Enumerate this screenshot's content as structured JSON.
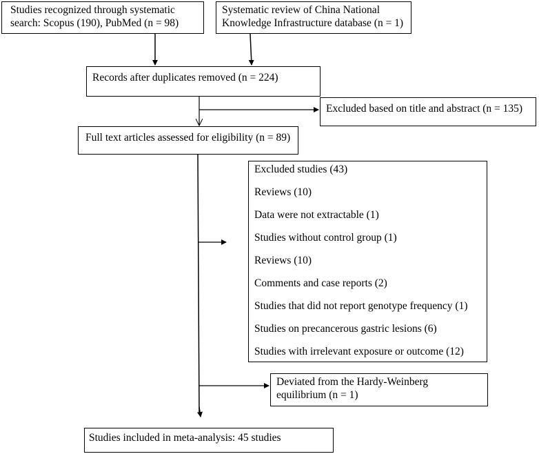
{
  "nodes": {
    "search": [
      "Studies recognized through systematic",
      "search:  Scopus (190),  PubMed (n = 98)"
    ],
    "cnki": [
      "Systematic review of China National",
      "Knowledge Infrastructure database (n = 1)"
    ],
    "records": "Records after duplicates removed (n = 224)",
    "excluded_title": "Excluded based on title and abstract (n = 135)",
    "fulltext": "Full text articles assessed for eligibility (n = 89)",
    "excluded_studies": [
      "Excluded studies (43)",
      "Reviews (10)",
      "Data were not extractable (1)",
      "Studies without control group  (1)",
      "Reviews (10)",
      "Comments and case reports (2)",
      "Studies that did not report  genotype frequency (1)",
      "Studies on precancerous gastric lesions (6)",
      "Studies with irrelevant exposure or outcome (12)"
    ],
    "hardy": [
      "Deviated from the Hardy-Weinberg",
      "equilibrium (n = 1)"
    ],
    "included": "Studies included in meta-analysis: 45 studies"
  }
}
